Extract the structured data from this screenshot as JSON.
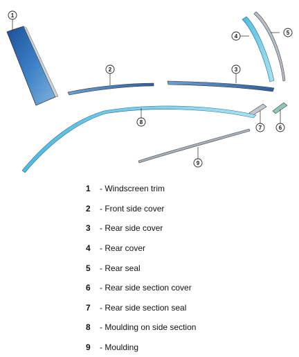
{
  "callouts": [
    {
      "num": "1"
    },
    {
      "num": "2"
    },
    {
      "num": "3"
    },
    {
      "num": "4"
    },
    {
      "num": "5"
    },
    {
      "num": "6"
    },
    {
      "num": "7"
    },
    {
      "num": "8"
    },
    {
      "num": "9"
    }
  ],
  "legend": [
    {
      "num": "1",
      "text": "- Windscreen trim"
    },
    {
      "num": "2",
      "text": "- Front side cover"
    },
    {
      "num": "3",
      "text": "- Rear side cover"
    },
    {
      "num": "4",
      "text": "- Rear cover"
    },
    {
      "num": "5",
      "text": "- Rear seal"
    },
    {
      "num": "6",
      "text": "- Rear side section cover"
    },
    {
      "num": "7",
      "text": "- Rear side section seal"
    },
    {
      "num": "8",
      "text": "- Moulding on side section"
    },
    {
      "num": "9",
      "text": "- Moulding"
    }
  ],
  "colors": {
    "part_dark_blue": "#2f6fb5",
    "part_light_blue": "#6ec8e6",
    "part_grey": "#9aa4ad",
    "outline": "#333333"
  }
}
